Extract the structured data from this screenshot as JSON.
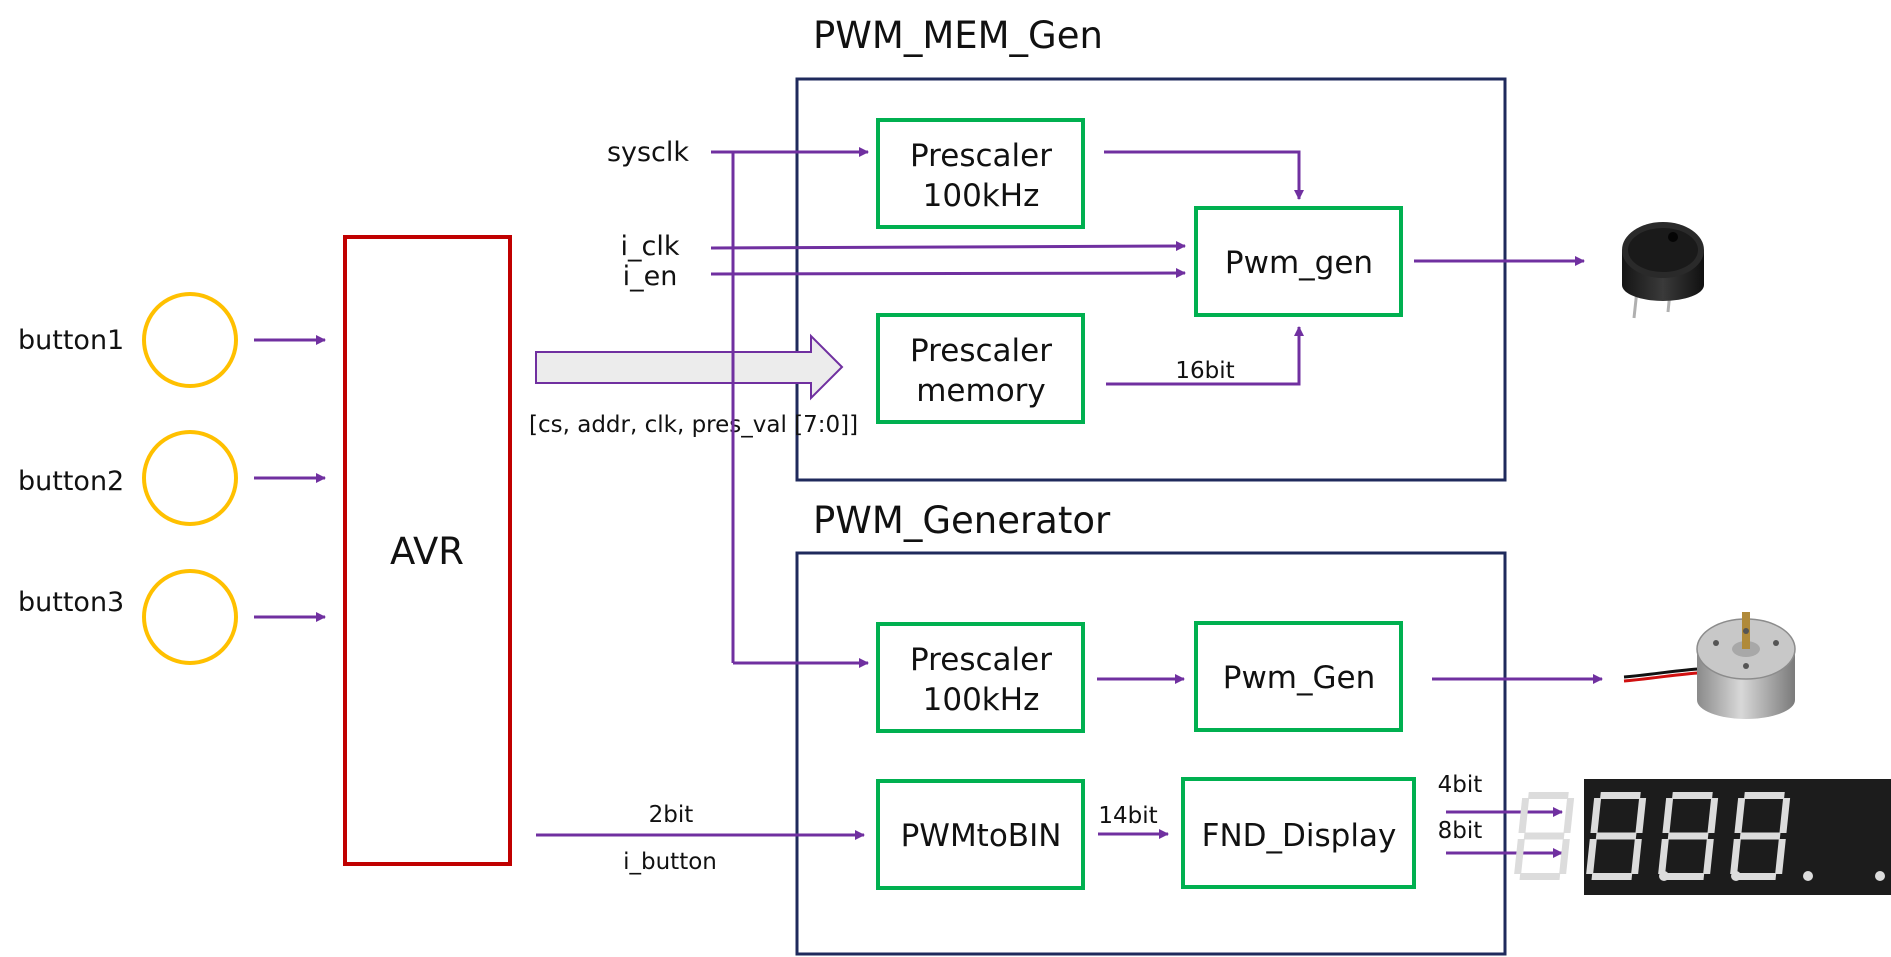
{
  "modules": {
    "pwm_mem_gen_title": "PWM_MEM_Gen",
    "pwm_generator_title": "PWM_Generator"
  },
  "inputs": {
    "button1": "button1",
    "button2": "button2",
    "button3": "button3"
  },
  "avr_label": "AVR",
  "blocks": {
    "prescaler1_line1": "Prescaler",
    "prescaler1_line2": "100kHz",
    "pwm_gen": "Pwm_gen",
    "prescaler_mem_line1": "Prescaler",
    "prescaler_mem_line2": "memory",
    "prescaler2_line1": "Prescaler",
    "prescaler2_line2": "100kHz",
    "pwm_gen2": "Pwm_Gen",
    "pwm_to_bin": "PWMtoBIN",
    "fnd_display": "FND_Display"
  },
  "signals": {
    "sysclk": "sysclk",
    "i_clk": "i_clk",
    "i_en": "i_en",
    "bus": "[cs, addr, clk, pres_val [7:0]]",
    "width_16bit": "16bit",
    "width_2bit": "2bit",
    "i_button": "i_button",
    "width_14bit": "14bit",
    "width_4bit": "4bit",
    "width_8bit": "8bit"
  },
  "colors": {
    "wire": "#7030a0",
    "button_circle": "#ffc000",
    "avr_border": "#c00000",
    "block_border": "#00b050",
    "module_border": "#1f2a5c"
  },
  "icons": [
    "buzzer-icon",
    "dc-motor-icon",
    "seven-segment-display-icon"
  ],
  "seven_segment_digits": 4
}
